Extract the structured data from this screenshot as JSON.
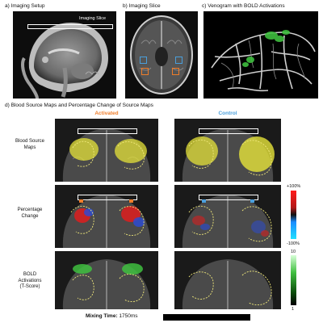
{
  "top": {
    "a_title": "a) Imaging Setup",
    "a_slice_label": "Imaging Slice",
    "b_title": "b) Imaging Slice",
    "c_title": "c) Venogram with BOLD Activations"
  },
  "section_d_title": "d) Blood Source Maps and Percentage Change of Source Maps",
  "columns": {
    "activated": "Activated",
    "control": "Control"
  },
  "rows": [
    {
      "line1": "Blood Source",
      "line2": "Maps"
    },
    {
      "line1": "Percentage",
      "line2": "Change"
    },
    {
      "line1": "BOLD",
      "line2": "Activations",
      "line3": "(T-Score)"
    }
  ],
  "colorbar_pct": {
    "max": "+100%",
    "min": "-100%"
  },
  "colorbar_t": {
    "max": "10",
    "min": "1"
  },
  "mixing": {
    "label": "Mixing Time:",
    "value": "1750ms"
  },
  "colors": {
    "activated": "#ef7d2a",
    "control": "#4a9fdc",
    "yellow": "#e6e33a",
    "green": "#3fbf3f",
    "red": "#d62020",
    "blue": "#2a4bd8"
  }
}
